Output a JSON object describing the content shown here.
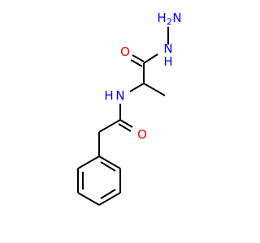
{
  "molecule": {
    "atoms": {
      "hydrazide_n_terminal": {
        "symbol": "H",
        "subscript": "2",
        "suffix": "N",
        "color": "#0000FF"
      },
      "hydrazide_nh": {
        "symbol": "N",
        "suffix": "H",
        "color": "#0000FF"
      },
      "carbonyl_o_top": {
        "symbol": "O",
        "color": "#FF0000"
      },
      "amide_nh": {
        "symbol": "N",
        "suffix": "H",
        "color": "#0000FF"
      },
      "carbonyl_o_bottom": {
        "symbol": "O",
        "color": "#FF0000"
      }
    }
  }
}
